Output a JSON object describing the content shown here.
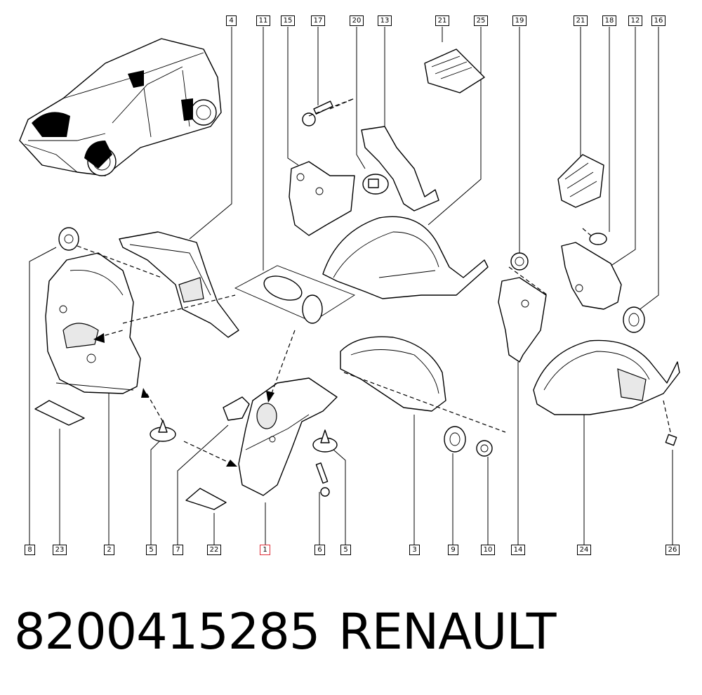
{
  "diagram": {
    "callouts_top": [
      "4",
      "11",
      "15",
      "17",
      "20",
      "13",
      "21",
      "25",
      "19",
      "21",
      "18",
      "12",
      "16"
    ],
    "callouts_bottom": [
      "8",
      "23",
      "2",
      "5",
      "7",
      "22",
      "1",
      "6",
      "5",
      "3",
      "9",
      "10",
      "14",
      "24",
      "26"
    ],
    "highlighted_callout": "1"
  },
  "footer": {
    "part_number": "8200415285",
    "brand": "RENAULT"
  }
}
